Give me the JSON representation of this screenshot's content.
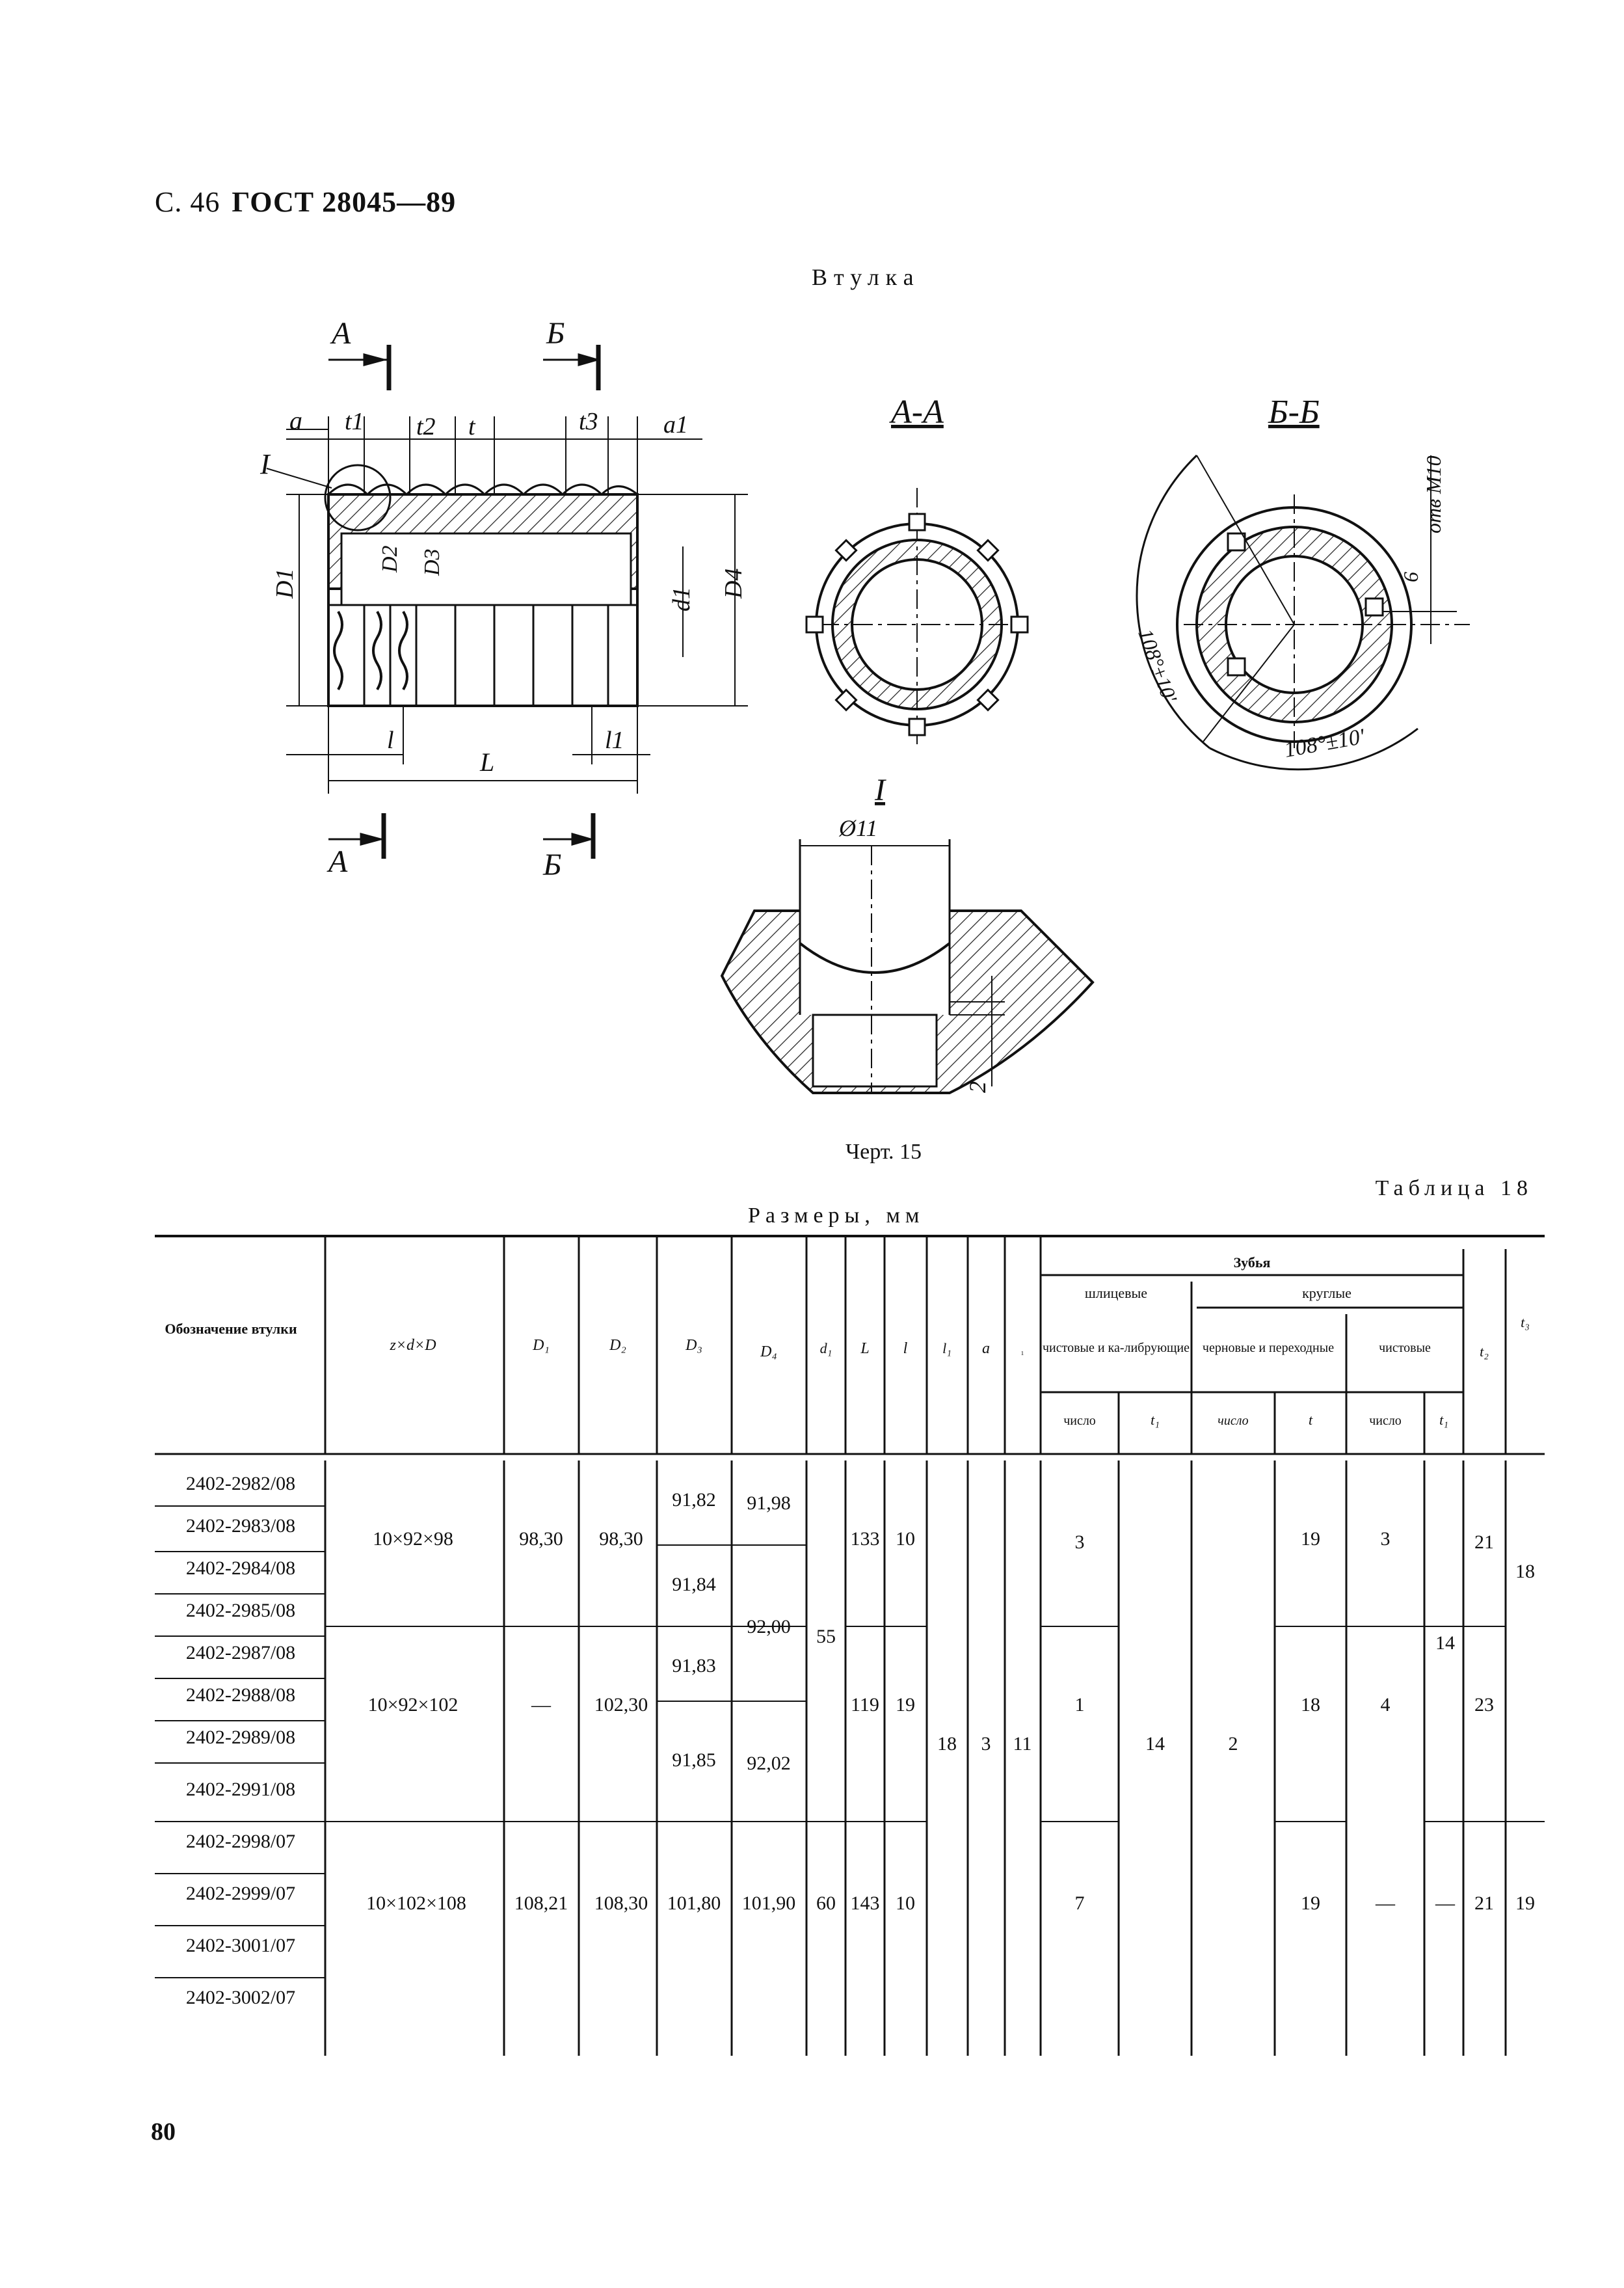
{
  "header": {
    "page": "С. 46",
    "standard": "ГОСТ 28045—89"
  },
  "drawing": {
    "title": "Втулка",
    "section_a": "А-А",
    "section_b": "Б-Б",
    "detail_mark": "I",
    "hole_label": "отв М10",
    "hole_prefix": "6",
    "angle_1": "108°±10'",
    "angle_2": "108°±10'",
    "dia_11": "Ø11",
    "dim_2": "2",
    "cut_a": "А",
    "cut_b": "Б",
    "labels": {
      "a": "a",
      "t1": "t1",
      "t2": "t2",
      "t": "t",
      "t3": "t3",
      "a1": "a1",
      "D1": "D1",
      "D2": "D2",
      "D3": "D3",
      "d1": "d1",
      "D4": "D4",
      "l": "l",
      "L": "L",
      "l1": "l1",
      "I": "I"
    }
  },
  "caption": "Черт. 15",
  "table_label": "Таблица 18",
  "dims_label": "Размеры, мм",
  "table": {
    "headers": {
      "designation": "Обозначение втулки",
      "zdD": "z×d×D",
      "D1": "D₁",
      "D2": "D₂",
      "D3": "D₃",
      "D4": "D₄",
      "d1": "d₁",
      "L": "L",
      "l": "l",
      "l1": "l₁",
      "a": "a",
      "a1": "₁",
      "teeth": "Зубья",
      "spline": "шлицевые",
      "round": "круглые",
      "finish_cal": "чистовые и ка-либрующие",
      "rough_trans": "черновые и переходные",
      "finish": "чистовые",
      "count": "число",
      "t1": "t₁",
      "t": "t",
      "t2": "t₂",
      "t3": "t₃"
    },
    "designations": [
      "2402-2982/08",
      "2402-2983/08",
      "2402-2984/08",
      "2402-2985/08",
      "2402-2987/08",
      "2402-2988/08",
      "2402-2989/08",
      "2402-2991/08",
      "2402-2998/07",
      "2402-2999/07",
      "2402-3001/07",
      "2402-3002/07"
    ],
    "zdD": [
      "10×92×98",
      "10×92×102",
      "10×102×108"
    ],
    "D1": [
      "98,30",
      "—",
      "108,21"
    ],
    "D2": [
      "98,30",
      "102,30",
      "108,30"
    ],
    "D3": [
      "91,82",
      "91,84",
      "91,83",
      "91,85",
      "101,80"
    ],
    "D4": [
      "91,98",
      "92,00",
      "92,02",
      "101,90"
    ],
    "d1": [
      "55",
      "60"
    ],
    "L": [
      "133",
      "119",
      "143"
    ],
    "l": [
      "10",
      "19",
      "10"
    ],
    "l1": "18",
    "a": "3",
    "a1": "11",
    "spline_count": [
      "3",
      "1",
      "7"
    ],
    "spline_t1": "14",
    "rough_count": "2",
    "round_t": [
      "19",
      "18",
      "19"
    ],
    "finish_count": [
      "3",
      "4",
      "—"
    ],
    "finish_t1": [
      "14",
      "—"
    ],
    "t2": [
      "21",
      "23",
      "21"
    ],
    "t3": [
      "18",
      "19"
    ]
  },
  "page_number": "80"
}
